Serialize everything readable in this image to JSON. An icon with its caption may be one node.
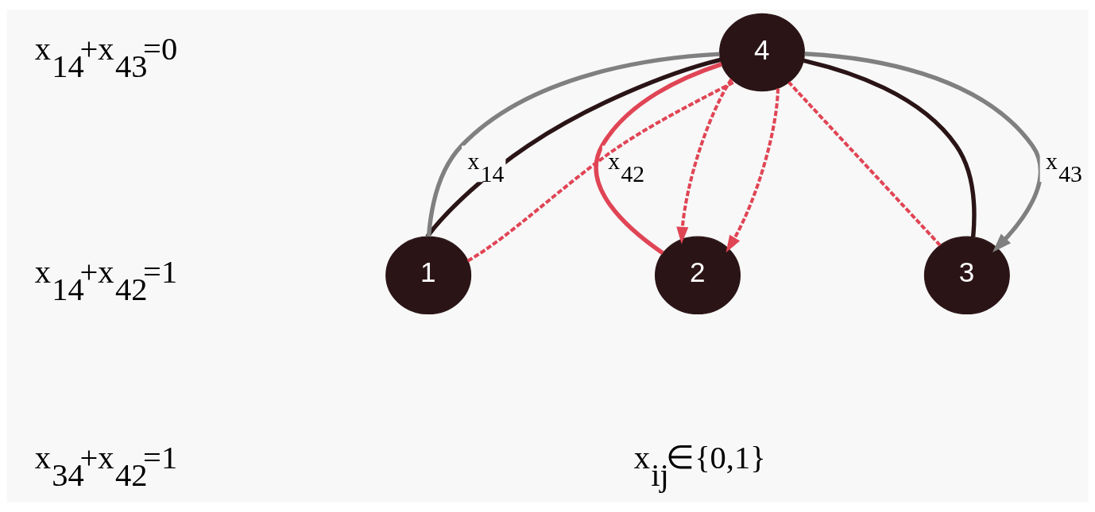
{
  "diagram": {
    "nodes": [
      {
        "text": [
          "4"
        ]
      },
      {
        "text": [
          "1"
        ]
      },
      {
        "text": [
          "2"
        ]
      },
      {
        "text": [
          "3"
        ]
      }
    ],
    "edges": [
      {
        "from": 0,
        "to": 1,
        "arrow": "none",
        "color": "#2a1416"
      },
      {
        "from": 0,
        "to": 2,
        "arrow": "none",
        "color": "#e04555",
        "label": "x$_{42}$"
      },
      {
        "from": 0,
        "to": 3,
        "arrow": "none",
        "color": "#2a1416"
      },
      {
        "from": 1,
        "to": 0,
        "arrow": "none",
        "color": "#808080",
        "label": "x$_{14}$"
      },
      {
        "from": 0,
        "to": 3,
        "arrow": "to",
        "color": "#808080",
        "label": "x$_{43}$"
      },
      {
        "from": 1,
        "to": 0,
        "arrow": "none",
        "style": "dashed",
        "color": "#e04555"
      },
      {
        "from": 0,
        "to": 2,
        "arrow": "to",
        "style": "dashed",
        "color": "#e04555"
      },
      {
        "from": 3,
        "to": 0,
        "arrow": "none",
        "style": "dashed",
        "color": "#e04555"
      },
      {
        "from": 0,
        "to": 2,
        "arrow": "to",
        "style": "dashed",
        "color": "#e04555"
      }
    ],
    "labels": [
      "x$_{14}$+x$_{43}$=0",
      "x$_{14}$+x$_{42}$=1",
      "x$_{34}$+x$_{42}$=1",
      "x$_{ij}$∈{0,1}"
    ]
  }
}
